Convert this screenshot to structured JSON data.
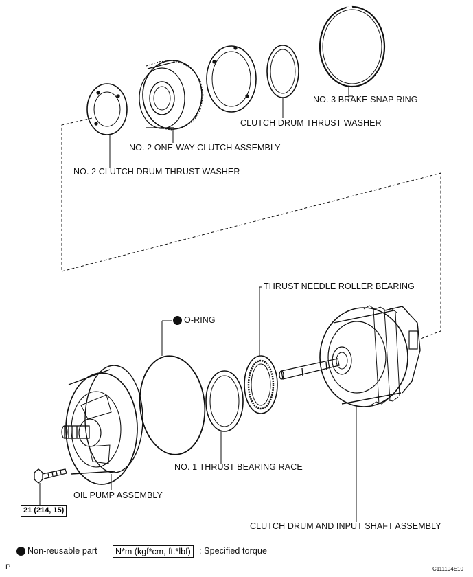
{
  "labels": {
    "no3_brake_snap_ring": "NO. 3 BRAKE SNAP RING",
    "clutch_drum_thrust_washer": "CLUTCH DRUM THRUST WASHER",
    "no2_one_way_clutch": "NO. 2 ONE-WAY CLUTCH ASSEMBLY",
    "no2_clutch_drum_thrust_washer": "NO. 2 CLUTCH DRUM THRUST WASHER",
    "thrust_needle_roller_bearing": "THRUST NEEDLE ROLLER BEARING",
    "o_ring": "O-RING",
    "no1_thrust_bearing_race": "NO. 1 THRUST BEARING RACE",
    "oil_pump_assembly": "OIL PUMP ASSEMBLY",
    "clutch_drum_input_shaft": "CLUTCH DRUM AND INPUT SHAFT ASSEMBLY"
  },
  "torque": "21 (214, 15)",
  "legend": {
    "non_reusable": "Non-reusable part",
    "torque_unit": "N*m (kgf*cm, ft.*lbf)",
    "specified_torque": ": Specified torque"
  },
  "footer": {
    "left": "P",
    "code": "C111194E10"
  }
}
